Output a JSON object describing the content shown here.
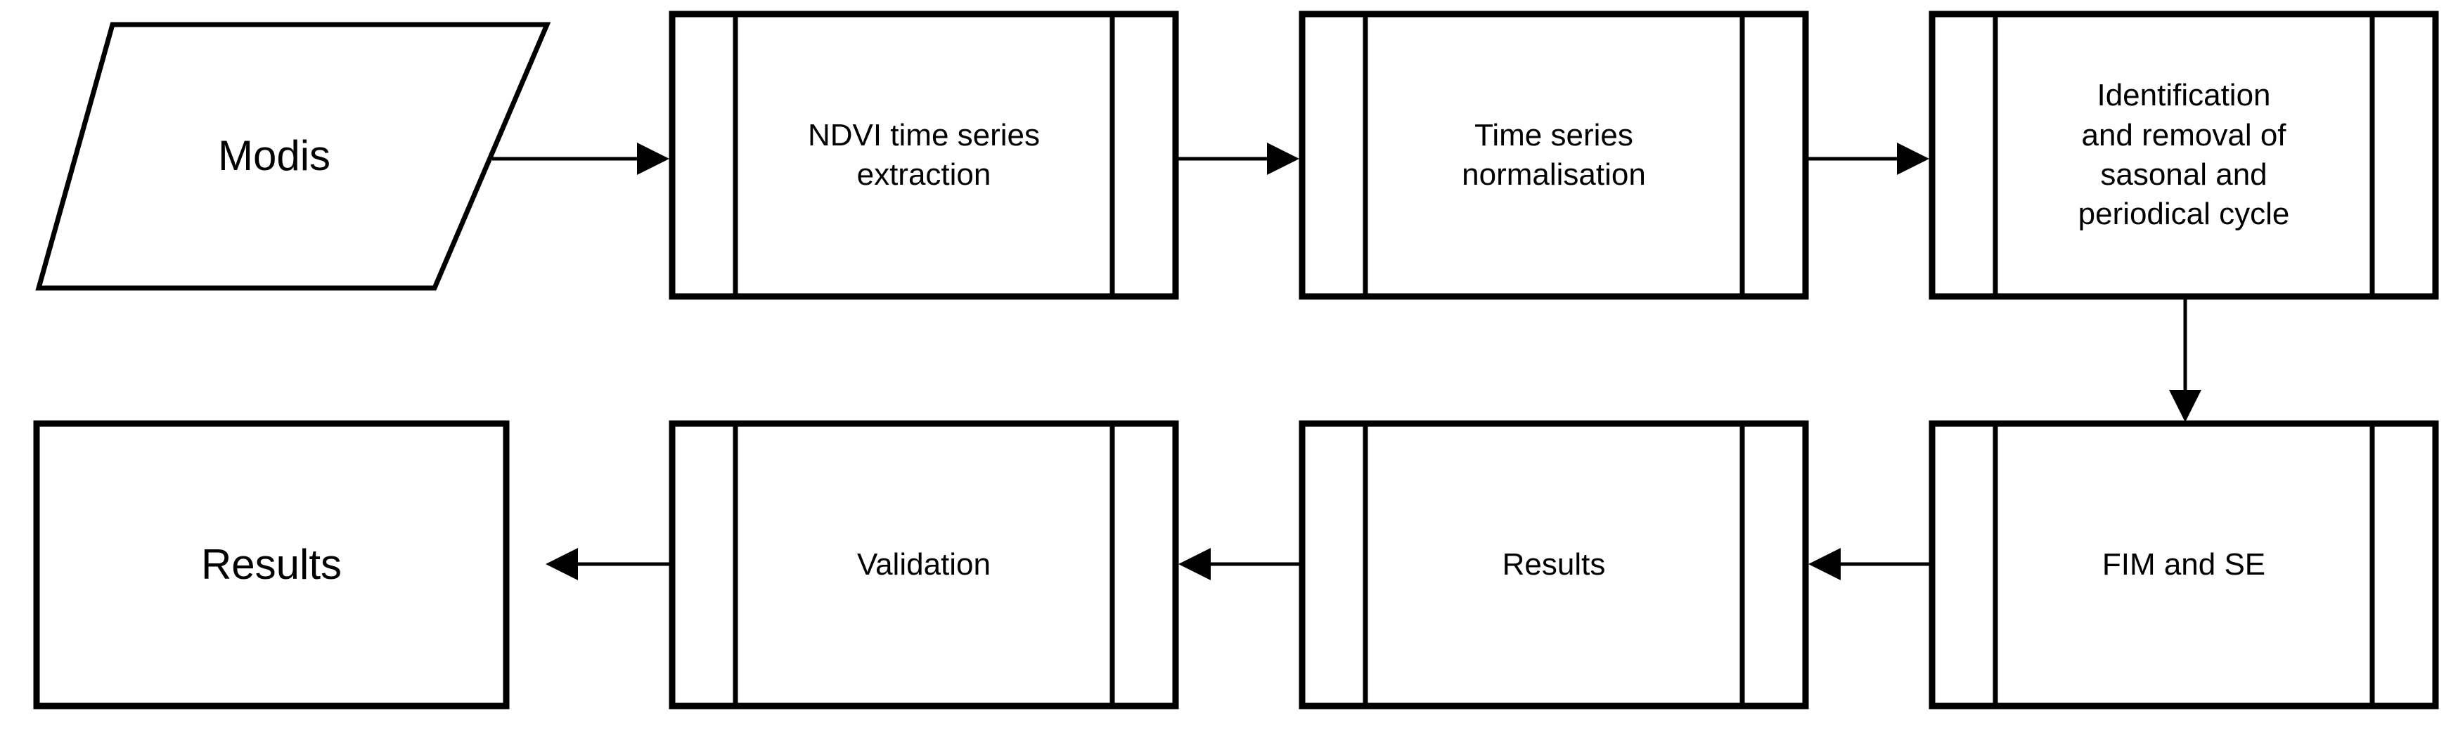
{
  "diagram": {
    "title": "NDVI time series processing flowchart",
    "background_color": "#ffffff",
    "stroke_color": "#000000",
    "text_color": "#000000"
  },
  "nodes": [
    {
      "id": "modis",
      "label": "Modis",
      "shape": "parallelogram",
      "row": "top",
      "order": 1,
      "font_size": "large"
    },
    {
      "id": "ndvi-extraction",
      "label": "NDVI time series\nextraction",
      "shape": "predefined-process",
      "row": "top",
      "order": 2,
      "font_size": "medium"
    },
    {
      "id": "time-series-normalisation",
      "label": "Time series\nnormalisation",
      "shape": "predefined-process",
      "row": "top",
      "order": 3,
      "font_size": "medium"
    },
    {
      "id": "identification-removal",
      "label": "Identification\nand removal of\nsasonal and\nperiodical cycle",
      "shape": "predefined-process",
      "row": "top",
      "order": 4,
      "font_size": "medium"
    },
    {
      "id": "fim-and-se",
      "label": "FIM and SE",
      "shape": "predefined-process",
      "row": "bottom",
      "order": 1,
      "font_size": "medium"
    },
    {
      "id": "results-intermediate",
      "label": "Results",
      "shape": "predefined-process",
      "row": "bottom",
      "order": 2,
      "font_size": "medium"
    },
    {
      "id": "validation",
      "label": "Validation",
      "shape": "predefined-process",
      "row": "bottom",
      "order": 3,
      "font_size": "medium"
    },
    {
      "id": "results-final",
      "label": "Results",
      "shape": "rectangle",
      "row": "bottom",
      "order": 4,
      "font_size": "large"
    }
  ],
  "edges": [
    {
      "id": "edge-modis-to-ndvi",
      "from": "modis",
      "to": "ndvi-extraction",
      "direction": "right"
    },
    {
      "id": "edge-ndvi-to-normalisation",
      "from": "ndvi-extraction",
      "to": "time-series-normalisation",
      "direction": "right"
    },
    {
      "id": "edge-normalisation-to-identification",
      "from": "time-series-normalisation",
      "to": "identification-removal",
      "direction": "right"
    },
    {
      "id": "edge-identification-to-fim",
      "from": "identification-removal",
      "to": "fim-and-se",
      "direction": "down"
    },
    {
      "id": "edge-fim-to-results",
      "from": "fim-and-se",
      "to": "results-intermediate",
      "direction": "left"
    },
    {
      "id": "edge-results-to-validation",
      "from": "results-intermediate",
      "to": "validation",
      "direction": "left"
    },
    {
      "id": "edge-validation-to-final",
      "from": "validation",
      "to": "results-final",
      "direction": "left"
    }
  ]
}
